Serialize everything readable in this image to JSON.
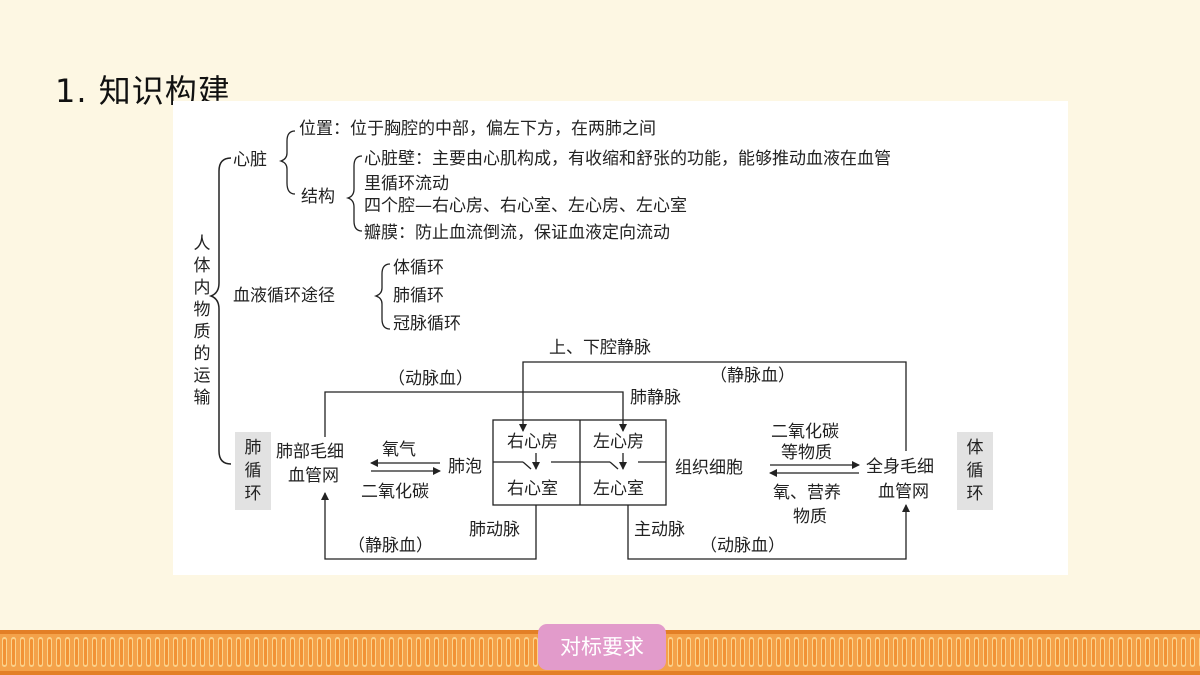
{
  "page": {
    "title": "1. 知识构建"
  },
  "button": {
    "label": "对标要求"
  },
  "diagram": {
    "root": "人体内物质的运输",
    "heart": {
      "label": "心脏",
      "position": "位置：位于胸腔的中部，偏左下方，在两肺之间",
      "structure_label": "结构",
      "wall_line1": "心脏壁：主要由心肌构成，有收缩和舒张的功能，能够推动血液在血管",
      "wall_line2": "里循环流动",
      "chambers": "四个腔—右心房、右心室、左心房、左心室",
      "valves": "瓣膜：防止血流倒流，保证血液定向流动"
    },
    "circulation": {
      "label": "血液循环途径",
      "items": [
        "体循环",
        "肺循环",
        "冠脉循环"
      ]
    },
    "flow": {
      "pulmonary_circ": "肺循环",
      "systemic_circ": "体循环",
      "lung_capillary": [
        "肺部毛细",
        "血管网"
      ],
      "oxygen": "氧气",
      "co2": "二氧化碳",
      "alveoli": "肺泡",
      "right_atrium": "右心房",
      "left_atrium": "左心房",
      "right_ventricle": "右心室",
      "left_ventricle": "左心室",
      "tissue_cells": "组织细胞",
      "co2_etc": [
        "二氧化碳",
        "等物质"
      ],
      "o2_nutrients": [
        "氧、营养",
        "物质"
      ],
      "body_capillary": [
        "全身毛细",
        "血管网"
      ],
      "vena_cava": "上、下腔静脉",
      "pulmonary_vein": "肺静脉",
      "pulmonary_artery": "肺动脉",
      "aorta": "主动脉",
      "arterial_blood_top": "（动脉血）",
      "venous_blood_top": "（静脉血）",
      "venous_blood_bottom": "（静脉血）",
      "arterial_blood_bottom": "（动脉血）"
    }
  }
}
